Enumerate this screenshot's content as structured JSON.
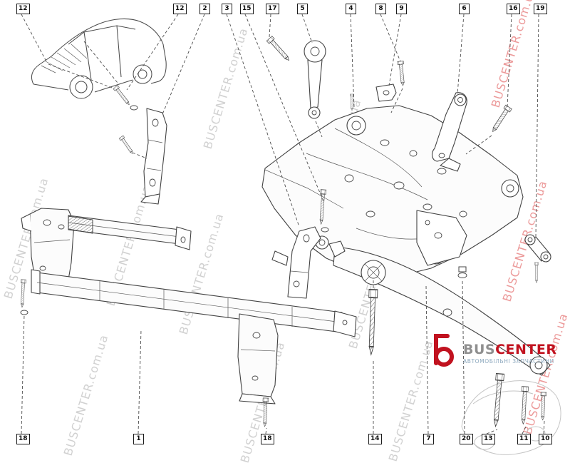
{
  "watermark": {
    "text": "BUSCENTER.com.ua"
  },
  "logo": {
    "brand_part1": "BUS",
    "brand_part2": "CENTER",
    "tagline": "АВТОМОБІЛЬНІ ЗАПЧАСТИНИ",
    "accent_color": "#c1121f"
  },
  "callouts": {
    "top": [
      {
        "label": "12"
      },
      {
        "label": "12"
      },
      {
        "label": "2"
      },
      {
        "label": "3"
      },
      {
        "label": "15"
      },
      {
        "label": "17"
      },
      {
        "label": "5"
      },
      {
        "label": "4"
      },
      {
        "label": "8"
      },
      {
        "label": "9"
      },
      {
        "label": "6"
      },
      {
        "label": "16"
      },
      {
        "label": "19"
      }
    ],
    "bottom": [
      {
        "label": "18"
      },
      {
        "label": "1"
      },
      {
        "label": "18"
      },
      {
        "label": "14"
      },
      {
        "label": "7"
      },
      {
        "label": "20"
      },
      {
        "label": "13"
      },
      {
        "label": "11"
      },
      {
        "label": "10"
      }
    ]
  }
}
